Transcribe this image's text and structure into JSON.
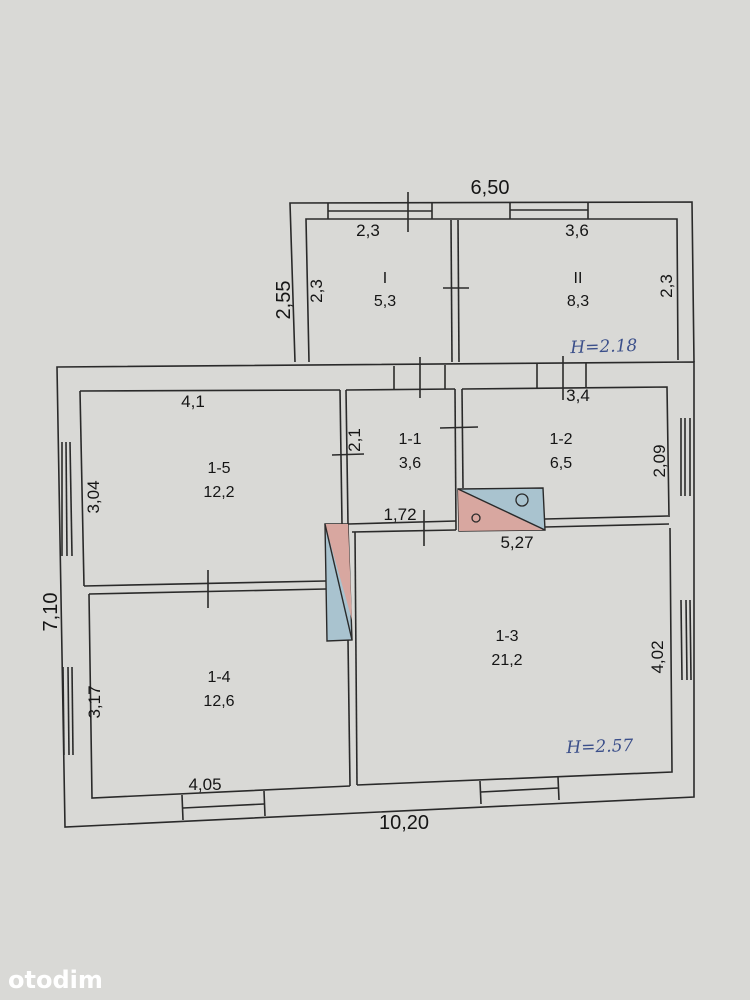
{
  "plan": {
    "dims": {
      "top_total": "6,50",
      "annex_left_width": "2,3",
      "annex_right_width": "3,6",
      "annex_height_left": "2,55",
      "annex_room_left_height": "2,3",
      "annex_room_right_height": "2,3",
      "left_height_total": "7,10",
      "bottom_total": "10,20",
      "room_1_5_width": "4,1",
      "room_1_5_height": "3,04",
      "room_1_1_height": "2,1",
      "room_1_1_width": "1,72",
      "room_1_2_width": "3,4",
      "room_1_2_height": "2,09",
      "room_1_3_width": "5,27",
      "room_1_3_height": "4,02",
      "room_1_4_height": "3,17",
      "room_1_4_width": "4,05"
    },
    "rooms": [
      {
        "id": "I",
        "area": "5,3"
      },
      {
        "id": "II",
        "area": "8,3"
      },
      {
        "id": "1-1",
        "area": "3,6"
      },
      {
        "id": "1-2",
        "area": "6,5"
      },
      {
        "id": "1-3",
        "area": "21,2"
      },
      {
        "id": "1-4",
        "area": "12,6"
      },
      {
        "id": "1-5",
        "area": "12,2"
      }
    ],
    "heights": {
      "annex": "H=2.18",
      "main": "H=2.57"
    }
  },
  "watermark": "otodim",
  "colors": {
    "background": "#d9d9d6",
    "wall": "#2a2a2a",
    "stove_red": "#d8a7a0",
    "stove_blue": "#a9c3cf",
    "handwriting": "#3b4f8a"
  }
}
